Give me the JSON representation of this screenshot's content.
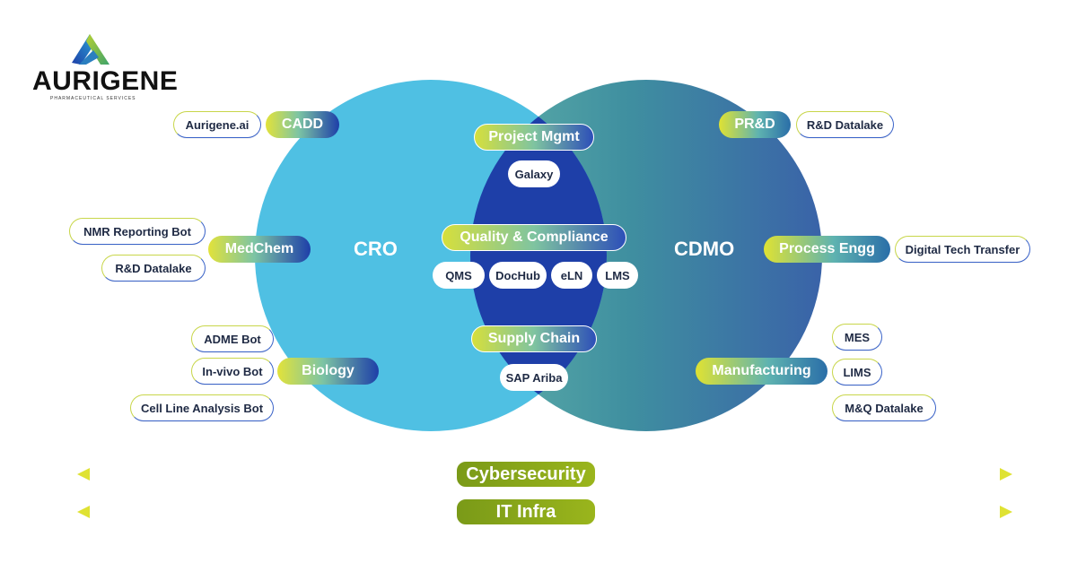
{
  "brand": {
    "name": "AURIGENE",
    "tagline": "PHARMACEUTICAL SERVICES"
  },
  "circles": {
    "left_label": "CRO",
    "right_label": "CDMO"
  },
  "colors": {
    "cro_circle": "#4fc0e3",
    "cdmo_circle_start": "#4b9e9a",
    "cdmo_circle_end": "#3a63a8",
    "overlap": "#1e3fa8",
    "arrow_start": "#dfe233",
    "arrow_end": "#3a9e96",
    "bar_pill": "#8aab1a"
  },
  "cro": {
    "functions": [
      {
        "label": "CADD",
        "tools": [
          "Aurigene.ai"
        ]
      },
      {
        "label": "MedChem",
        "tools": [
          "NMR Reporting Bot",
          "R&D Datalake"
        ]
      },
      {
        "label": "Biology",
        "tools": [
          "ADME Bot",
          "In-vivo Bot",
          "Cell Line Analysis Bot"
        ]
      }
    ]
  },
  "cdmo": {
    "functions": [
      {
        "label": "PR&D",
        "tools": [
          "R&D Datalake"
        ]
      },
      {
        "label": "Process Engg",
        "tools": [
          "Digital Tech Transfer"
        ]
      },
      {
        "label": "Manufacturing",
        "tools": [
          "MES",
          "LIMS",
          "M&Q Datalake"
        ]
      }
    ]
  },
  "shared": {
    "groups": [
      {
        "label": "Project Mgmt",
        "tools": [
          "Galaxy"
        ]
      },
      {
        "label": "Quality & Compliance",
        "tools": [
          "QMS",
          "DocHub",
          "eLN",
          "LMS"
        ]
      },
      {
        "label": "Supply Chain",
        "tools": [
          "SAP Ariba"
        ]
      }
    ]
  },
  "foundation": [
    "Cybersecurity",
    "IT Infra"
  ]
}
